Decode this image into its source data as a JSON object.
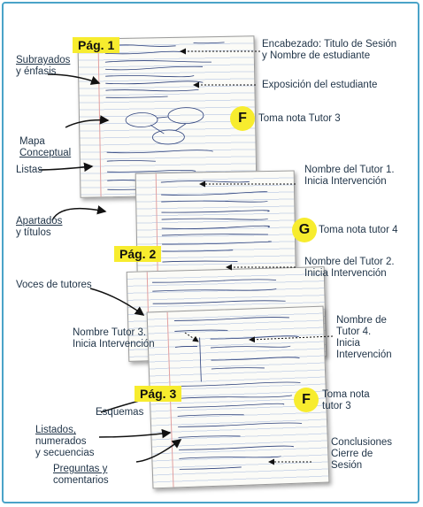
{
  "tags": {
    "page1": "Pág. 1",
    "page2": "Pág. 2",
    "page3": "Pág. 3"
  },
  "badges": {
    "f1": "F",
    "g": "G",
    "f2": "F"
  },
  "labels": {
    "encabezado_1": "Encabezado: Titulo de Sesión",
    "encabezado_2": "y Nombre de estudiante",
    "exposicion": "Exposición del estudiante",
    "subrayados_1": "Subrayados",
    "subrayados_2": "y énfasis",
    "toma_nota_3": "Toma nota Tutor 3",
    "mapa_1": "Mapa",
    "mapa_2": "Conceptual",
    "listas": "Listas",
    "nombre_tutor1_1": "Nombre del Tutor 1.",
    "nombre_tutor1_2": "Inicia Intervención",
    "apartados_1": "Apartados",
    "apartados_2": "y títulos",
    "toma_nota_4": "Toma nota tutor 4",
    "nombre_tutor2_1": "Nombre del Tutor 2.",
    "nombre_tutor2_2": "Inicia Intervención",
    "voces": "Voces de tutores",
    "tutor4_1": "Nombre de",
    "tutor4_2": "Tutor 4.",
    "tutor4_3": "Inicia",
    "tutor4_4": "Intervención",
    "tutor3_1": "Nombre Tutor 3.",
    "tutor3_2": "Inicia Intervención",
    "toma_nota_3b_1": "Toma nota",
    "toma_nota_3b_2": "tutor 3",
    "esquemas": "Esquemas",
    "listados_1": "Listados,",
    "listados_2": "numerados",
    "listados_3": "y secuencias",
    "conclusiones_1": "Conclusiones",
    "conclusiones_2": "Cierre de",
    "conclusiones_3": "Sesión",
    "preguntas_1": "Preguntas y",
    "preguntas_2": "comentarios"
  },
  "colors": {
    "frame": "#4aa3c8",
    "highlight": "#f7ec2e",
    "label_text": "#1f3347",
    "ink": "#2b3f7a"
  }
}
